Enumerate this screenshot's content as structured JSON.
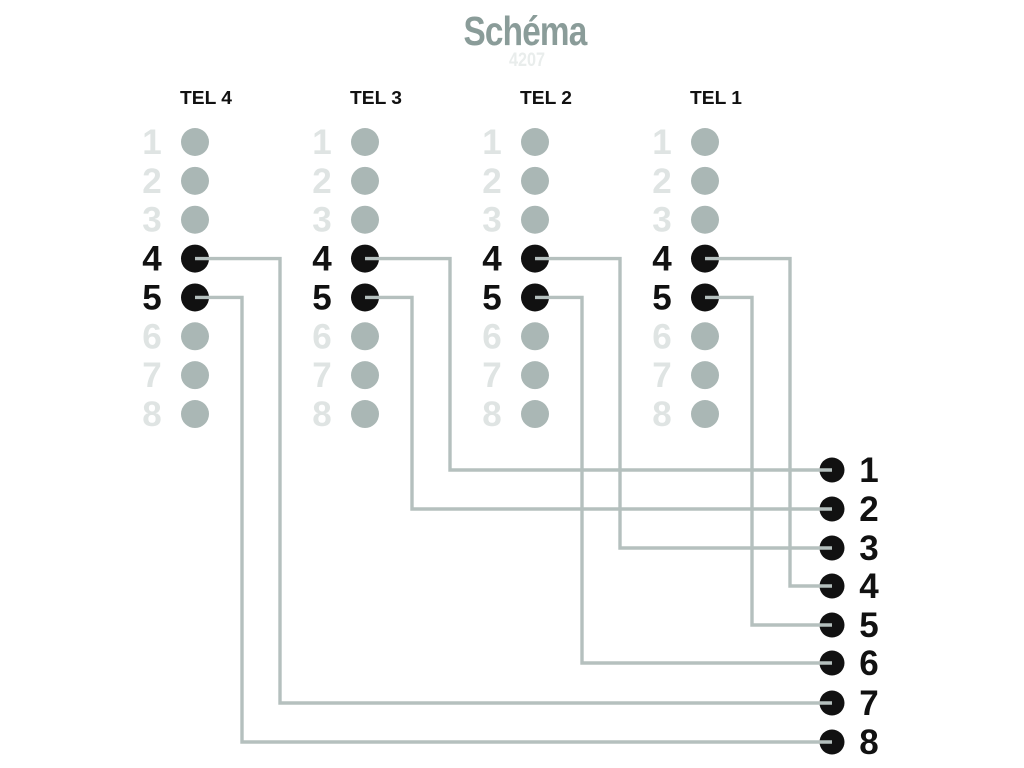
{
  "title": "Schéma",
  "subtitle": "4207",
  "colors": {
    "title": "#8a9c99",
    "subtitle": "#e9edec",
    "wire": "#b5c0be",
    "dot_inactive": "#aab7b5",
    "num_inactive": "#dfe4e3",
    "active": "#111111"
  },
  "connectors": [
    {
      "label": "TEL 4",
      "pins": [
        1,
        2,
        3,
        4,
        5,
        6,
        7,
        8
      ],
      "active_pins": [
        4,
        5
      ]
    },
    {
      "label": "TEL 3",
      "pins": [
        1,
        2,
        3,
        4,
        5,
        6,
        7,
        8
      ],
      "active_pins": [
        4,
        5
      ]
    },
    {
      "label": "TEL 2",
      "pins": [
        1,
        2,
        3,
        4,
        5,
        6,
        7,
        8
      ],
      "active_pins": [
        4,
        5
      ]
    },
    {
      "label": "TEL 1",
      "pins": [
        1,
        2,
        3,
        4,
        5,
        6,
        7,
        8
      ],
      "active_pins": [
        4,
        5
      ]
    }
  ],
  "outputs": {
    "pins": [
      1,
      2,
      3,
      4,
      5,
      6,
      7,
      8
    ]
  },
  "connections": [
    {
      "from": "TEL 3",
      "pin": 4,
      "to": 1
    },
    {
      "from": "TEL 3",
      "pin": 5,
      "to": 2
    },
    {
      "from": "TEL 2",
      "pin": 4,
      "to": 3
    },
    {
      "from": "TEL 1",
      "pin": 4,
      "to": 4
    },
    {
      "from": "TEL 1",
      "pin": 5,
      "to": 5
    },
    {
      "from": "TEL 2",
      "pin": 5,
      "to": 6
    },
    {
      "from": "TEL 4",
      "pin": 4,
      "to": 7
    },
    {
      "from": "TEL 4",
      "pin": 5,
      "to": 8
    }
  ]
}
